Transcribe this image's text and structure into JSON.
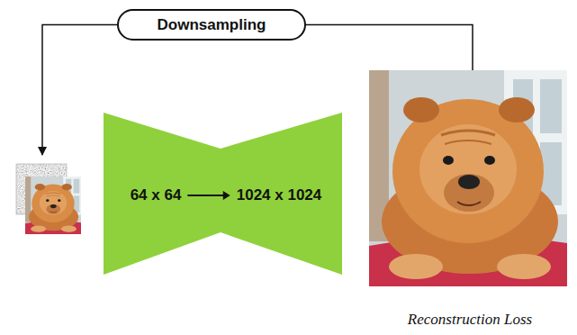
{
  "diagram": {
    "nodes": [
      {
        "text": [
          "Downsampling"
        ]
      },
      {
        "text": [
          "64 x 64",
          "1024 x 1024"
        ]
      }
    ],
    "labels": [
      "Reconstruction Loss"
    ]
  }
}
